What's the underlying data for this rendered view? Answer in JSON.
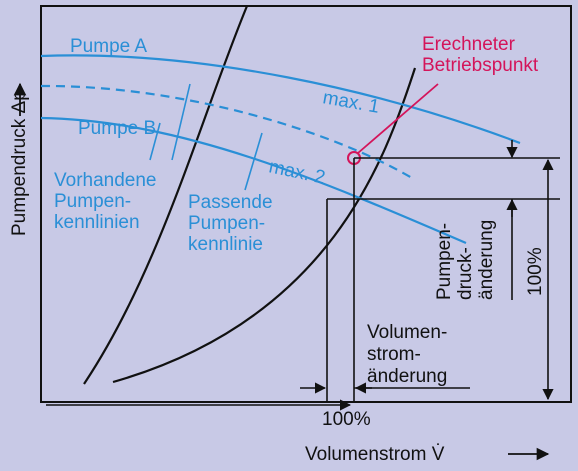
{
  "axes": {
    "x_label": "Volumenstrom V̇",
    "y_label": "Pumpendruck Δp"
  },
  "curves": {
    "pump_a": "Pumpe A",
    "pump_b": "Pumpe B",
    "max_1": "max. 1",
    "max_2": "max. 2"
  },
  "labels": {
    "existing_lines": [
      "Vorhandene",
      "Pumpen-",
      "kennlinien"
    ],
    "fitting_line": [
      "Passende",
      "Pumpen-",
      "kennlinie"
    ],
    "operating_point": [
      "Erechneter",
      "Betriebspunkt"
    ],
    "pressure_change": [
      "Pumpen-",
      "druck-",
      "änderung"
    ],
    "flow_change": [
      "Volumen-",
      "strom-",
      "änderung"
    ],
    "percent_vertical": "100%",
    "percent_horizontal": "100%"
  },
  "colors": {
    "background": "#c8c9e6",
    "curve_blue": "#2a8fd6",
    "accent_red": "#d4145a",
    "line_black": "#111111"
  }
}
